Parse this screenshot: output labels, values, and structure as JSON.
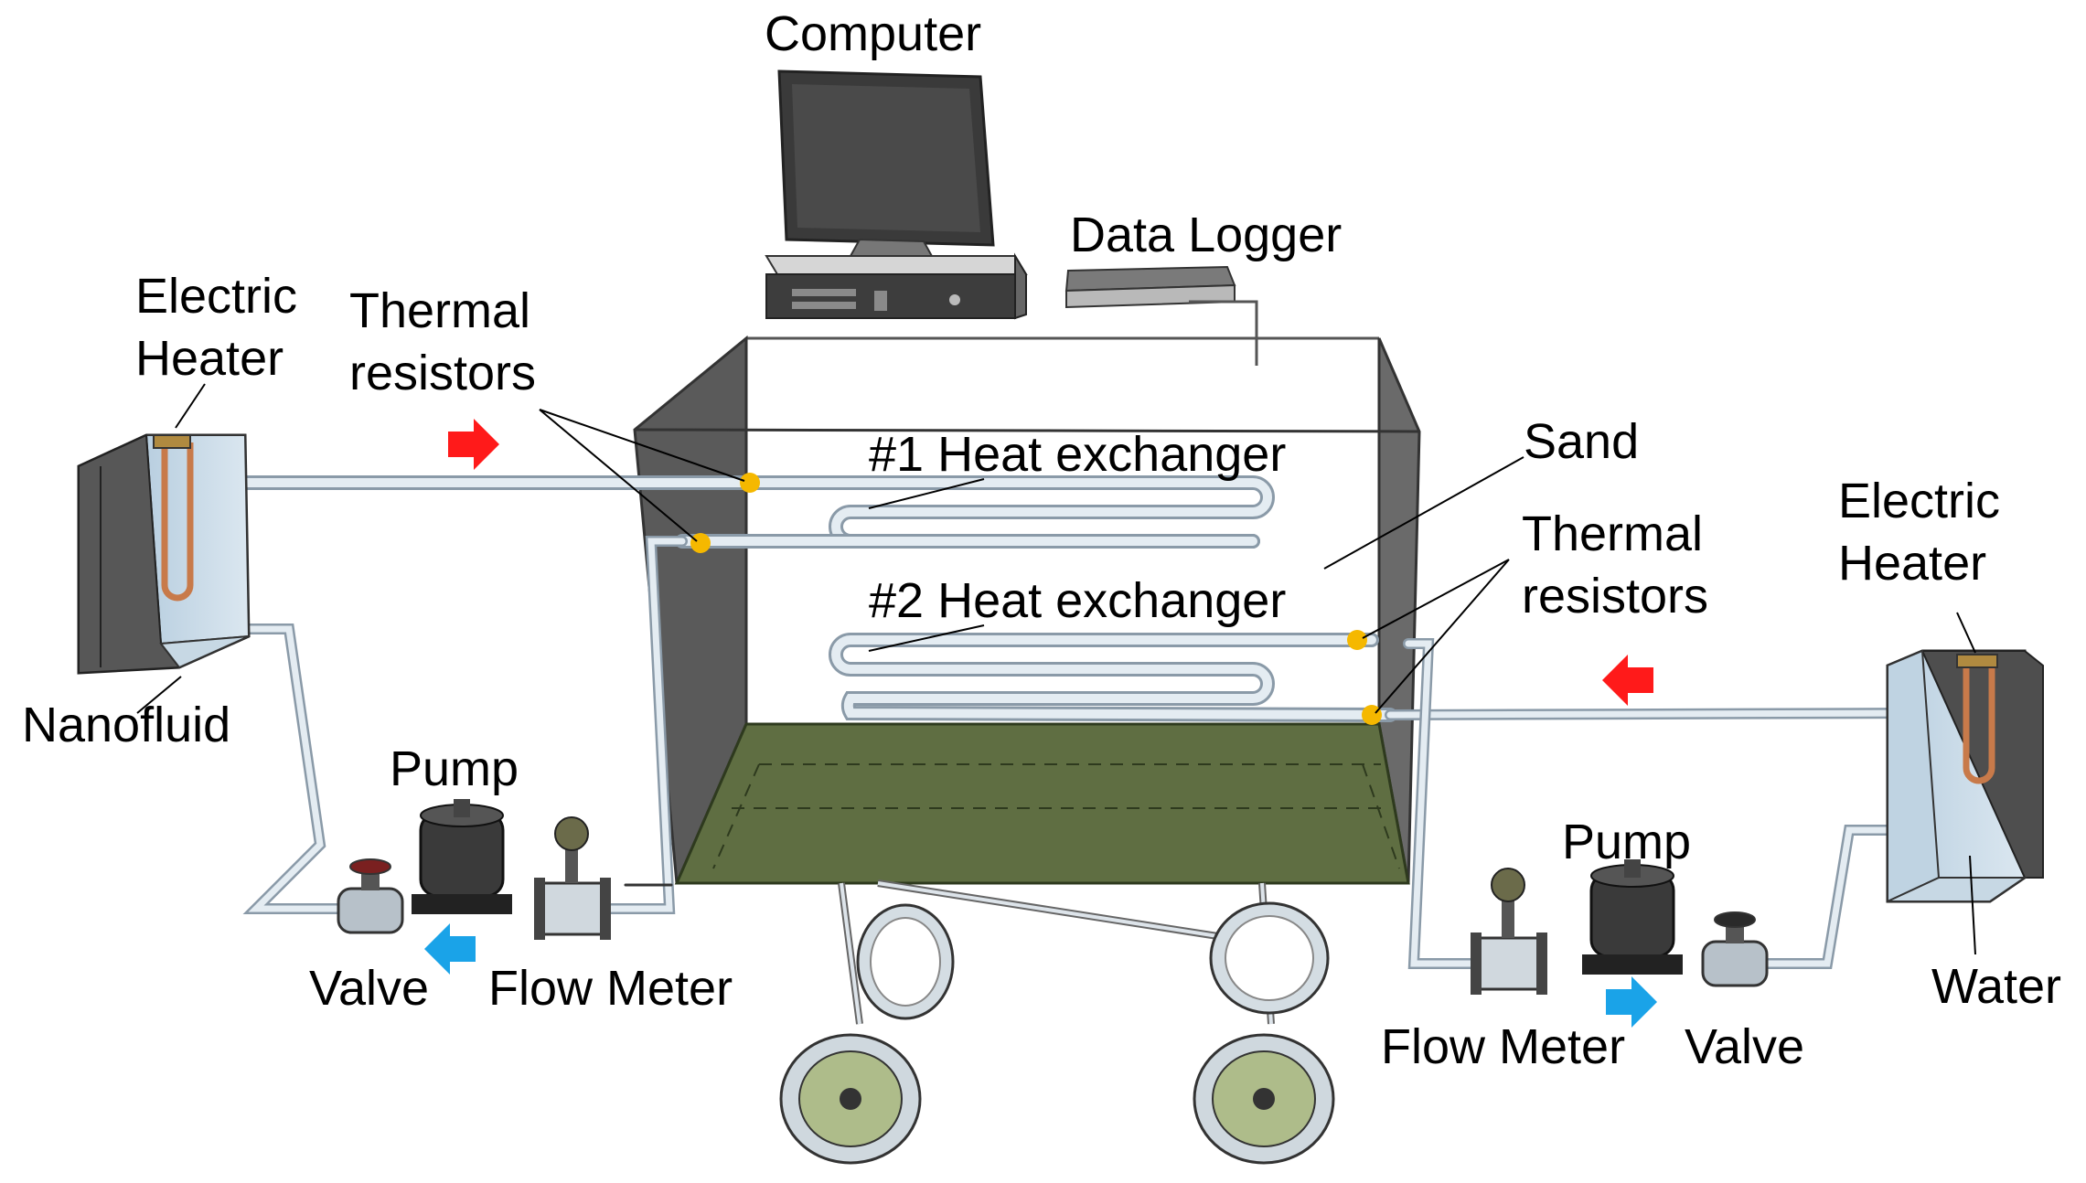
{
  "labels": {
    "computer": "Computer",
    "data_logger": "Data Logger",
    "electric_heater_left_line1": "Electric",
    "electric_heater_left_line2": "Heater",
    "thermal_resistors_top_line1": "Thermal",
    "thermal_resistors_top_line2": "resistors",
    "heat_exchanger_1": "#1 Heat exchanger",
    "heat_exchanger_2": "#2 Heat exchanger",
    "sand": "Sand",
    "thermal_resistors_right_line1": "Thermal",
    "thermal_resistors_right_line2": "resistors",
    "electric_heater_right_line1": "Electric",
    "electric_heater_right_line2": "Heater",
    "nanofluid": "Nanofluid",
    "pump_left": "Pump",
    "valve_left": "Valve",
    "flow_meter_left": "Flow Meter",
    "pump_right": "Pump",
    "flow_meter_right": "Flow Meter",
    "valve_right": "Valve",
    "water": "Water"
  },
  "colors": {
    "box_wall": "#5a5a5a",
    "sand": "#5f6e42",
    "tank_fluid": "#c5d8e6",
    "pipe": "#cfd9e2",
    "hot_arrow": "#ff1a1a",
    "cold_arrow": "#1aa3e8",
    "sensor_dot": "#f5b800",
    "heater_coil": "#c87a4a"
  },
  "icons": {
    "flow_hot": "arrow-right-icon",
    "flow_return": "arrow-left-icon",
    "sensor": "sensor-dot-icon"
  }
}
